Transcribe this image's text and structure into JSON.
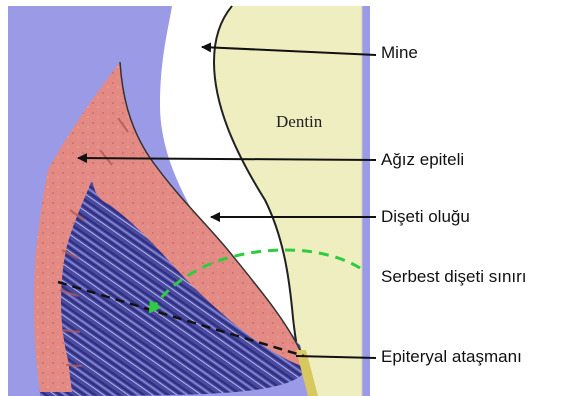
{
  "figure": {
    "tissue_label": "Dentin",
    "labels": [
      {
        "key": "mine",
        "text": "Mine"
      },
      {
        "key": "agiz_epiteli",
        "text": "Ağız epiteli"
      },
      {
        "key": "diseti_olugu",
        "text": "Dişeti oluğu"
      },
      {
        "key": "serbest_diseti_siniri",
        "text": "Serbest dişeti sınırı"
      },
      {
        "key": "epiteryal_atasmani",
        "text": "Epiteryal ataşmanı"
      }
    ],
    "colors": {
      "oral_cavity": "#9a9ae6",
      "enamel": "#ffffff",
      "dentin": "#eeeec0",
      "epithelium": "#e48a84",
      "connective_tissue": "#4a4aa0",
      "arrow_green": "#2ecc40",
      "boundary_dash": "#111111"
    }
  }
}
